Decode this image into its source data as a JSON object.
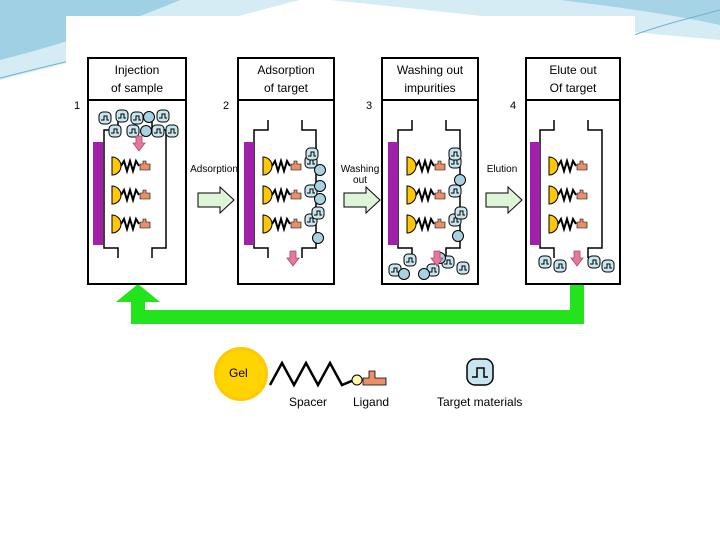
{
  "steps": [
    {
      "number": "1",
      "title_line1": "Injection",
      "title_line2": "of sample"
    },
    {
      "number": "2",
      "title_line1": "Adsorption",
      "title_line2": "of target"
    },
    {
      "number": "3",
      "title_line1": "Washing out",
      "title_line2": "impurities"
    },
    {
      "number": "4",
      "title_line1": "Elute out",
      "title_line2": "Of target"
    }
  ],
  "arrows": {
    "adsorption": "Adsorption",
    "washing_line1": "Washing",
    "washing_line2": "out",
    "elution": "Elution"
  },
  "legend": {
    "gel": "Gel",
    "spacer": "Spacer",
    "ligand": "Ligand",
    "target": "Target materials"
  },
  "colors": {
    "magenta_bar": "#a020a8",
    "gel_yellow": "#ffc800",
    "recycle_green": "#22e31c",
    "flow_arrow": "#e47a9a",
    "impurity_blue": "#a8d2e2",
    "ligand_orange": "#e8906a",
    "arrow_fill": "#dff5d8"
  }
}
